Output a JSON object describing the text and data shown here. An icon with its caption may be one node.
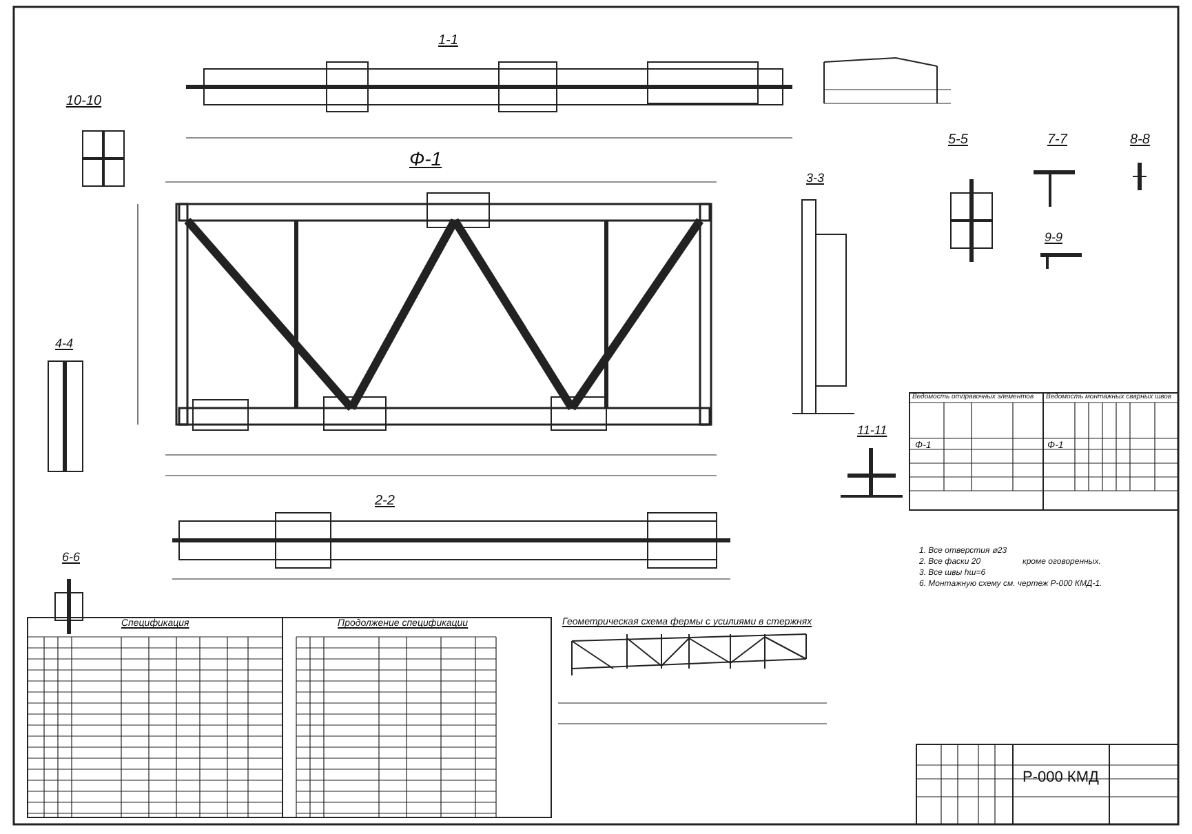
{
  "diagram": {
    "labels": [
      "1-1",
      "10-10",
      "Ф-1",
      "5-5",
      "7-7",
      "8-8",
      "3-3",
      "9-9",
      "4-4",
      "11-11",
      "6-6",
      "2-2",
      "Ведомость отправочных элементов",
      "Ведомость монтажных сварных швов",
      "Ф-1",
      "Ф-1",
      "1. Все отверстия ⌀23",
      "2. Все фаски 20",
      "3. Все швы hш=6",
      "кроме оговоренных.",
      "6. Монтажную схему см. чертеж Р-000 КМД-1.",
      "Спецификация",
      "Продолжение спецификации",
      "Геометрическая схема фермы с усилиями в стержнях",
      "Р-000 КМД"
    ]
  }
}
